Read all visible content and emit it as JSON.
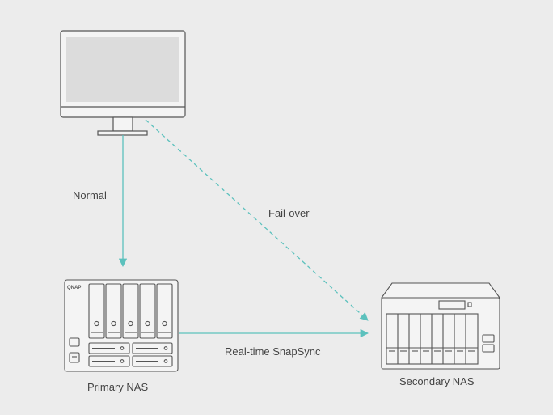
{
  "labels": {
    "normal": "Normal",
    "failover": "Fail-over",
    "snapsync": "Real-time SnapSync",
    "primary": "Primary NAS",
    "secondary": "Secondary NAS",
    "primary_logo": "QNAP"
  },
  "colors": {
    "background": "#ececec",
    "arrow": "#5cc1bd",
    "outline": "#555555",
    "screen": "#dcdcdc"
  },
  "icons": [
    "monitor-icon",
    "primary-nas-icon",
    "secondary-nas-icon"
  ]
}
